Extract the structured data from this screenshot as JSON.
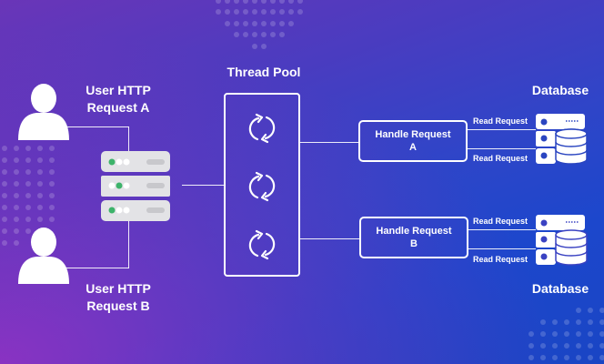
{
  "diagram": {
    "users": [
      {
        "line1": "User HTTP",
        "line2": "Request A",
        "icon": "user-icon"
      },
      {
        "line1": "User HTTP",
        "line2": "Request B",
        "icon": "user-icon"
      }
    ],
    "server": {
      "icon": "server-icon"
    },
    "thread_pool": {
      "title": "Thread Pool",
      "threads": [
        "refresh-icon",
        "refresh-icon",
        "refresh-icon"
      ]
    },
    "handlers": [
      {
        "line1": "Handle Request",
        "line2": "A"
      },
      {
        "line1": "Handle Request",
        "line2": "B"
      }
    ],
    "databases": [
      {
        "title": "Database",
        "reads": [
          "Read Request",
          "Read Request"
        ],
        "icon": "database-icon"
      },
      {
        "title": "Database",
        "reads": [
          "Read Request",
          "Read Request"
        ],
        "icon": "database-icon"
      }
    ]
  }
}
